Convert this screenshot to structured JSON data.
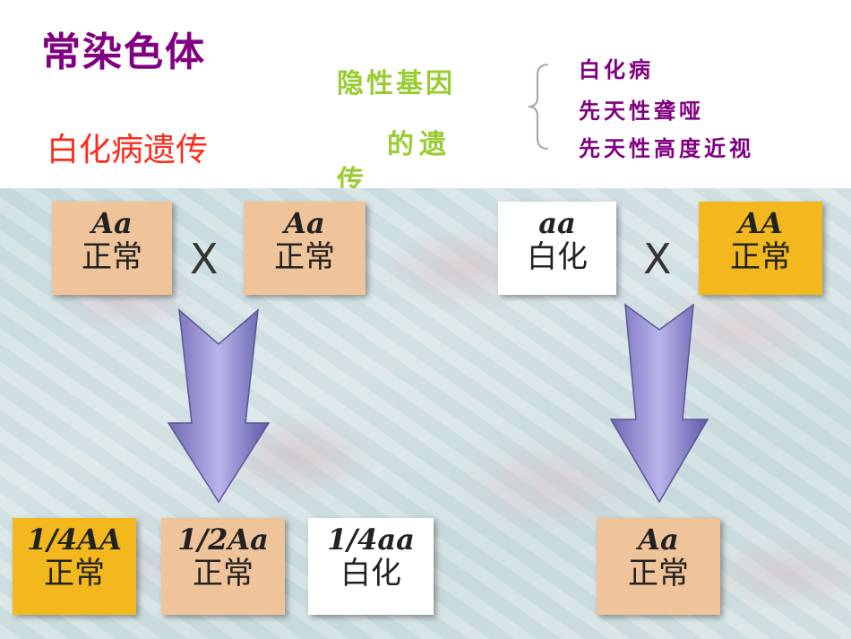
{
  "title": "常染色体",
  "subtitle": "白化病遗传",
  "recessive": {
    "line1": "隐性基因",
    "line2": "的遗",
    "line3": "传"
  },
  "diseases": [
    "白化病",
    "先天性聋哑",
    "先天性高度近视"
  ],
  "cross_symbol": "X",
  "left_cross": {
    "parent1": {
      "genotype": "Aa",
      "phenotype": "正常"
    },
    "parent2": {
      "genotype": "Aa",
      "phenotype": "正常"
    },
    "offspring": [
      {
        "genotype": "1/4AA",
        "phenotype": "正常"
      },
      {
        "genotype": "1/2Aa",
        "phenotype": "正常"
      },
      {
        "genotype": "1/4aa",
        "phenotype": "白化"
      }
    ]
  },
  "right_cross": {
    "parent1": {
      "genotype": "aa",
      "phenotype": "白化"
    },
    "parent2": {
      "genotype": "AA",
      "phenotype": "正常"
    },
    "offspring": [
      {
        "genotype": "Aa",
        "phenotype": "正常"
      }
    ]
  },
  "colors": {
    "title": "#800080",
    "subtitle": "#ff2a1a",
    "green": "#99cc33",
    "peach": "#f0c49a",
    "gold": "#f2b81e",
    "arrow": "#8a85c8"
  }
}
